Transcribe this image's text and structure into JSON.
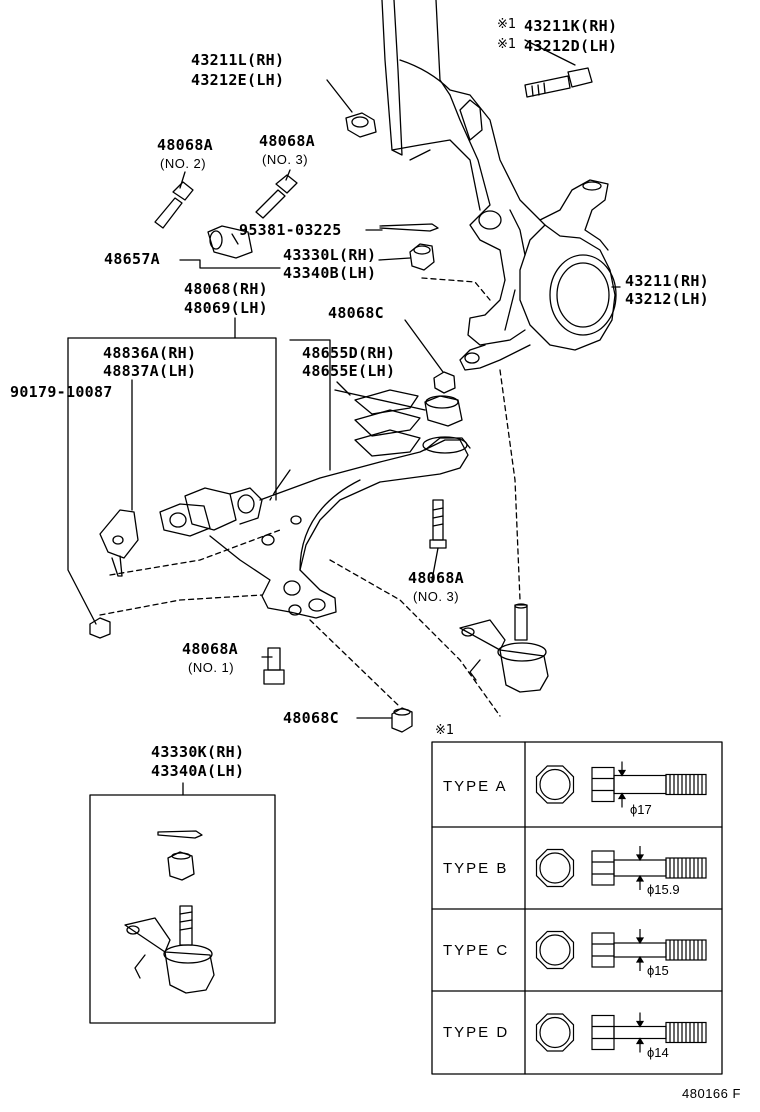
{
  "labels": {
    "p43211K": "43211K(RH)",
    "p43212D": "43212D(LH)",
    "p43211L": "43211L(RH)",
    "p43212E": "43212E(LH)",
    "p48068A_2": "48068A",
    "no2": "(NO. 2)",
    "p48068A_3top": "48068A",
    "no3top": "(NO. 3)",
    "p95381": "95381-03225",
    "p48657A": "48657A",
    "p43330L": "43330L(RH)",
    "p43340B": "43340B(LH)",
    "p43211": "43211(RH)",
    "p43212": "43212(LH)",
    "p48068": "48068(RH)",
    "p48069": "48069(LH)",
    "p48068C_top": "48068C",
    "p48836A": "48836A(RH)",
    "p48837A": "48837A(LH)",
    "p48655D": "48655D(RH)",
    "p48655E": "48655E(LH)",
    "p90179": "90179-10087",
    "p48068A_3mid": "48068A",
    "no3mid": "(NO. 3)",
    "p48068A_1": "48068A",
    "no1": "(NO. 1)",
    "p48068C_bot": "48068C",
    "p43330K": "43330K(RH)",
    "p43340A": "43340A(LH)"
  },
  "marks": {
    "note_symbol_1": "※1",
    "note_symbol_2": "※1",
    "table_note": "※1"
  },
  "types": [
    {
      "label": "TYPE  A",
      "diameter": "ϕ17"
    },
    {
      "label": "TYPE  B",
      "diameter": "ϕ15.9"
    },
    {
      "label": "TYPE  C",
      "diameter": "ϕ15"
    },
    {
      "label": "TYPE  D",
      "diameter": "ϕ14"
    }
  ],
  "figure_id": "480166 F"
}
